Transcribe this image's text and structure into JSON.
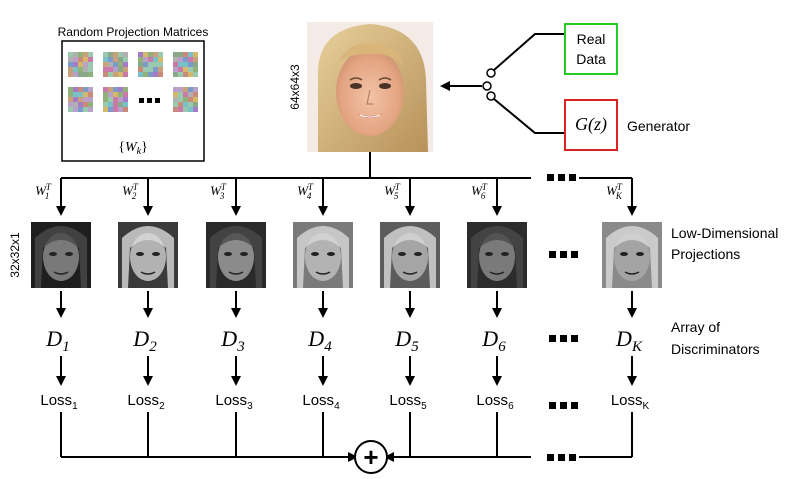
{
  "matrices_box": {
    "title": "Random Projection Matrices",
    "set_symbol": "W",
    "set_subscript": "k",
    "ellipsis": "…"
  },
  "input_image": {
    "size_label": "64x64x3"
  },
  "real_data": {
    "line1": "Real",
    "line2": "Data",
    "color": "#22cc22"
  },
  "generator": {
    "symbol": "G(z)",
    "label": "Generator",
    "color": "#dd2222"
  },
  "proj_size_label": "32x32x1",
  "right_labels": {
    "projections_line1": "Low-Dimensional",
    "projections_line2": "Projections",
    "discriminators_line1": "Array of",
    "discriminators_line2": "Discriminators"
  },
  "columns": [
    {
      "w_sub": "1",
      "d_sub": "1",
      "loss_sub": "1"
    },
    {
      "w_sub": "2",
      "d_sub": "2",
      "loss_sub": "2"
    },
    {
      "w_sub": "3",
      "d_sub": "3",
      "loss_sub": "3"
    },
    {
      "w_sub": "4",
      "d_sub": "4",
      "loss_sub": "4"
    },
    {
      "w_sub": "5",
      "d_sub": "5",
      "loss_sub": "5"
    },
    {
      "w_sub": "6",
      "d_sub": "6",
      "loss_sub": "6"
    },
    {
      "w_sub": "K",
      "d_sub": "K",
      "loss_sub": "K"
    }
  ],
  "w_symbol": "W",
  "w_superscript": "T",
  "d_symbol": "D",
  "loss_text": "Loss",
  "sum_symbol": "+",
  "ellipsis_icon": "three-dots"
}
